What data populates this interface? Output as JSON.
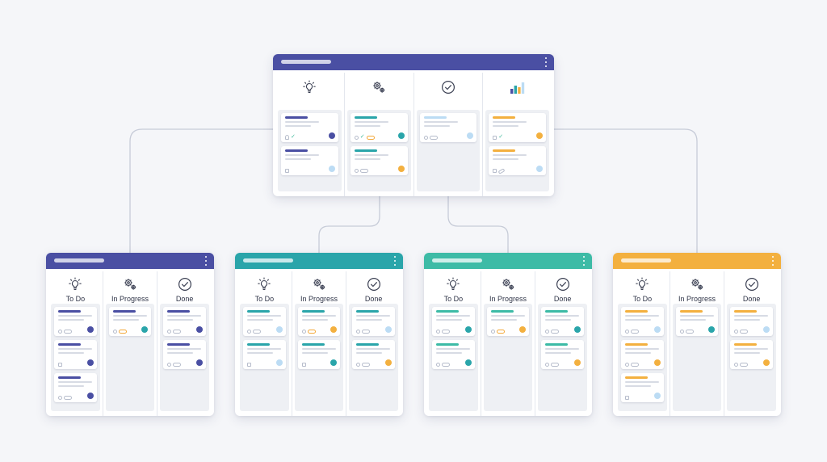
{
  "colors": {
    "indigo": "#4a4fa3",
    "teal": "#2aa5aa",
    "tealLight": "#3dbba6",
    "orange": "#f3b03f",
    "lightblue": "#bcdcf4",
    "green": "#3db89a",
    "line": "#c7ccd8"
  },
  "top_board": {
    "header_color": "#4a4fa3",
    "columns": [
      {
        "icon": "lightbulb-icon",
        "title": "",
        "cards": [
          {
            "title_color": "#4a4fa3",
            "avatar": "#4a4fa3",
            "badges": [
              "person",
              "check"
            ]
          },
          {
            "title_color": "#4a4fa3",
            "avatar": "#bcdcf4",
            "badges": [
              "square"
            ]
          }
        ]
      },
      {
        "icon": "gears-icon",
        "title": "",
        "cards": [
          {
            "title_color": "#2aa5aa",
            "avatar": "#2aa5aa",
            "badges": [
              "circle",
              "check",
              "pill-orange"
            ]
          },
          {
            "title_color": "#2aa5aa",
            "avatar": "#f3b03f",
            "badges": [
              "circle",
              "pill"
            ]
          }
        ]
      },
      {
        "icon": "check-circle-icon",
        "title": "",
        "cards": [
          {
            "title_color": "#bcdcf4",
            "avatar": "#bcdcf4",
            "badges": [
              "circle",
              "pill"
            ]
          }
        ]
      },
      {
        "icon": "bar-chart-icon",
        "title": "",
        "cards": [
          {
            "title_color": "#f3b03f",
            "avatar": "#f3b03f",
            "badges": [
              "square",
              "check"
            ]
          },
          {
            "title_color": "#f3b03f",
            "avatar": "#bcdcf4",
            "badges": [
              "square",
              "clip"
            ]
          }
        ]
      }
    ]
  },
  "boards": [
    {
      "header_color": "#4a4fa3",
      "columns": [
        {
          "icon": "lightbulb-icon",
          "title": "To Do",
          "cards": [
            {
              "title_color": "#4a4fa3",
              "avatar": "#4a4fa3",
              "badges": [
                "circle",
                "pill"
              ]
            },
            {
              "title_color": "#4a4fa3",
              "avatar": "#4a4fa3",
              "badges": [
                "square"
              ]
            },
            {
              "title_color": "#4a4fa3",
              "avatar": "#4a4fa3",
              "badges": [
                "circle",
                "pill"
              ]
            }
          ]
        },
        {
          "icon": "gears-icon",
          "title": "In Progress",
          "cards": [
            {
              "title_color": "#4a4fa3",
              "avatar": "#2aa5aa",
              "badges": [
                "circle",
                "pill-orange"
              ]
            }
          ]
        },
        {
          "icon": "check-circle-icon",
          "title": "Done",
          "cards": [
            {
              "title_color": "#4a4fa3",
              "avatar": "#4a4fa3",
              "badges": [
                "circle",
                "pill"
              ]
            },
            {
              "title_color": "#4a4fa3",
              "avatar": "#4a4fa3",
              "badges": [
                "circle",
                "pill"
              ]
            }
          ]
        }
      ]
    },
    {
      "header_color": "#2aa5aa",
      "columns": [
        {
          "icon": "lightbulb-icon",
          "title": "To Do",
          "cards": [
            {
              "title_color": "#2aa5aa",
              "avatar": "#bcdcf4",
              "badges": [
                "circle",
                "pill"
              ]
            },
            {
              "title_color": "#2aa5aa",
              "avatar": "#bcdcf4",
              "badges": [
                "square"
              ]
            }
          ]
        },
        {
          "icon": "gears-icon",
          "title": "In Progress",
          "cards": [
            {
              "title_color": "#2aa5aa",
              "avatar": "#f3b03f",
              "badges": [
                "circle",
                "pill-orange"
              ]
            },
            {
              "title_color": "#2aa5aa",
              "avatar": "#2aa5aa",
              "badges": [
                "square"
              ]
            }
          ]
        },
        {
          "icon": "check-circle-icon",
          "title": "Done",
          "cards": [
            {
              "title_color": "#2aa5aa",
              "avatar": "#bcdcf4",
              "badges": [
                "circle",
                "pill"
              ]
            },
            {
              "title_color": "#2aa5aa",
              "avatar": "#f3b03f",
              "badges": [
                "circle",
                "pill"
              ]
            }
          ]
        }
      ]
    },
    {
      "header_color": "#3dbba6",
      "columns": [
        {
          "icon": "lightbulb-icon",
          "title": "To Do",
          "cards": [
            {
              "title_color": "#3dbba6",
              "avatar": "#2aa5aa",
              "badges": [
                "circle",
                "pill"
              ]
            },
            {
              "title_color": "#3dbba6",
              "avatar": "#2aa5aa",
              "badges": [
                "circle",
                "pill"
              ]
            }
          ]
        },
        {
          "icon": "gears-icon",
          "title": "In Progress",
          "cards": [
            {
              "title_color": "#3dbba6",
              "avatar": "#f3b03f",
              "badges": [
                "circle",
                "pill-orange"
              ]
            }
          ]
        },
        {
          "icon": "check-circle-icon",
          "title": "Done",
          "cards": [
            {
              "title_color": "#3dbba6",
              "avatar": "#2aa5aa",
              "badges": [
                "circle",
                "pill"
              ]
            },
            {
              "title_color": "#3dbba6",
              "avatar": "#f3b03f",
              "badges": [
                "circle",
                "pill"
              ]
            }
          ]
        }
      ]
    },
    {
      "header_color": "#f3b03f",
      "columns": [
        {
          "icon": "lightbulb-icon",
          "title": "To Do",
          "cards": [
            {
              "title_color": "#f3b03f",
              "avatar": "#bcdcf4",
              "badges": [
                "circle",
                "pill"
              ]
            },
            {
              "title_color": "#f3b03f",
              "avatar": "#f3b03f",
              "badges": [
                "circle",
                "pill"
              ]
            },
            {
              "title_color": "#f3b03f",
              "avatar": "#bcdcf4",
              "badges": [
                "square"
              ]
            }
          ]
        },
        {
          "icon": "gears-icon",
          "title": "In Progress",
          "cards": [
            {
              "title_color": "#f3b03f",
              "avatar": "#2aa5aa",
              "badges": [
                "circle",
                "pill"
              ]
            }
          ]
        },
        {
          "icon": "check-circle-icon",
          "title": "Done",
          "cards": [
            {
              "title_color": "#f3b03f",
              "avatar": "#bcdcf4",
              "badges": [
                "circle",
                "pill"
              ]
            },
            {
              "title_color": "#f3b03f",
              "avatar": "#f3b03f",
              "badges": [
                "circle",
                "pill"
              ]
            }
          ]
        }
      ]
    }
  ]
}
